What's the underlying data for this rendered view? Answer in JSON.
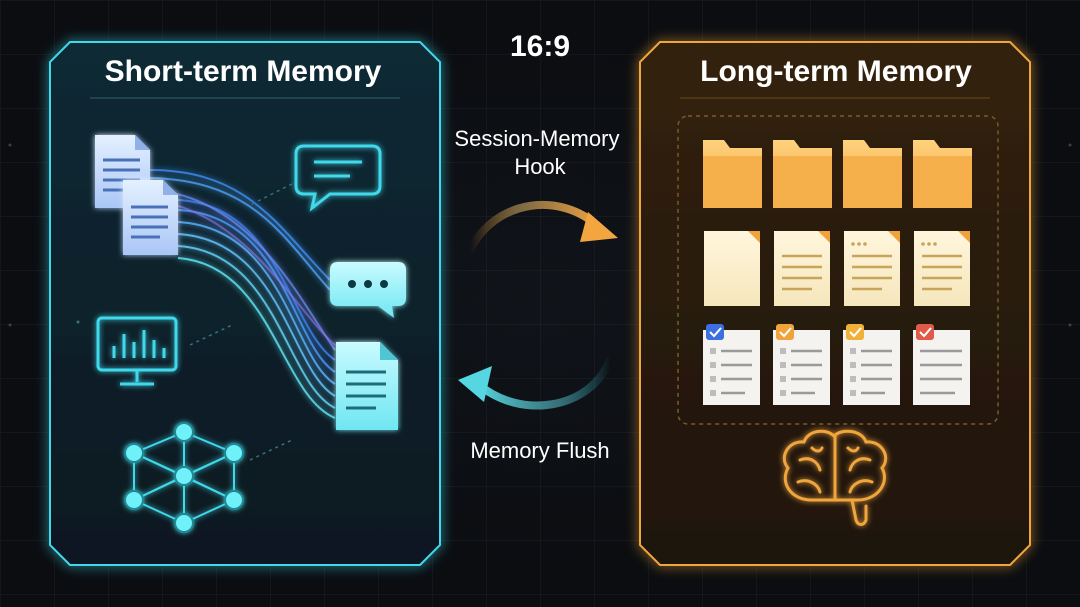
{
  "ratio_label": "16:9",
  "short_term": {
    "title": "Short-term Memory",
    "accent": "#3fd8ea"
  },
  "long_term": {
    "title": "Long-term Memory",
    "accent": "#f0a53c"
  },
  "flows": {
    "to_long": "Session-Memory Hook",
    "to_long_line1": "Session-Memory",
    "to_long_line2": "Hook",
    "to_short": "Memory Flush"
  },
  "icons": {
    "short": [
      "document-icon",
      "document-icon",
      "chat-bubble-icon",
      "chat-dots-icon",
      "monitor-chart-icon",
      "document-icon",
      "neural-network-icon"
    ],
    "long": [
      "folder-icon",
      "note-icon",
      "checklist-icon",
      "brain-icon"
    ]
  }
}
